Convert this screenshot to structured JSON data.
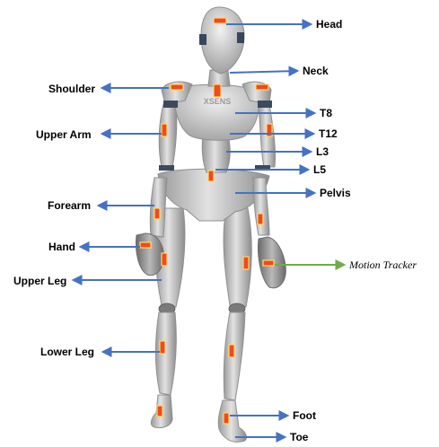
{
  "colors": {
    "arrow": "#4472C4",
    "tracker_arrow": "#70AD47",
    "sensor_fill": "#F04A1E",
    "sensor_stroke": "#FFD966",
    "body": "#C8C8C8",
    "body_shadow": "#8A8A8A"
  },
  "figure": {
    "chest_logo": "XSENS"
  },
  "labels": {
    "head": "Head",
    "neck": "Neck",
    "shoulder": "Shoulder",
    "t8": "T8",
    "upper_arm": "Upper Arm",
    "t12": "T12",
    "l3": "L3",
    "l5": "L5",
    "pelvis": "Pelvis",
    "forearm": "Forearm",
    "hand": "Hand",
    "motion_tracker": "Motion Tracker",
    "upper_leg": "Upper Leg",
    "lower_leg": "Lower Leg",
    "foot": "Foot",
    "toe": "Toe"
  }
}
